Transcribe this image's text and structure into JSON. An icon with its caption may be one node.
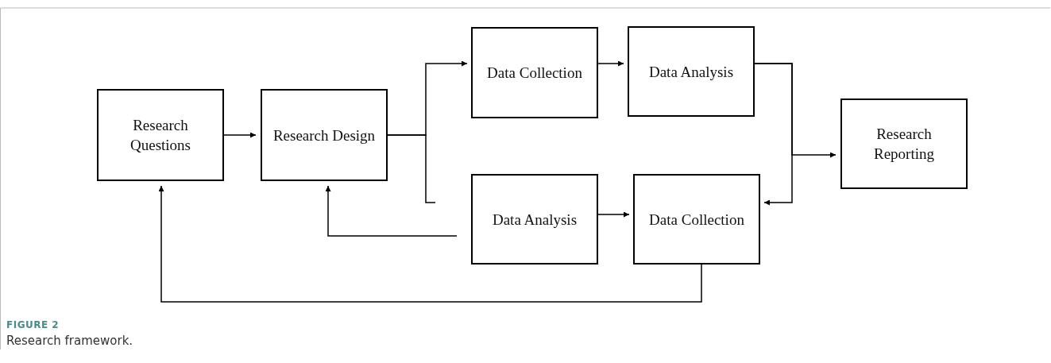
{
  "diagram": {
    "caption": "Research framework.",
    "nodes": [
      {
        "text": [
          "Research Questions"
        ]
      },
      {
        "text": [
          "Research Design"
        ]
      },
      {
        "text": [
          "Data Collection"
        ]
      },
      {
        "text": [
          "Data Analysis"
        ]
      },
      {
        "text": [
          "Research Reporting"
        ]
      },
      {
        "text": [
          "Data Analysis"
        ]
      },
      {
        "text": [
          "Data Collection"
        ]
      }
    ],
    "edges": [
      {
        "from": 0,
        "to": 1,
        "arrow": "to"
      },
      {
        "from": 1,
        "to": 2,
        "arrow": "to"
      },
      {
        "from": 1,
        "to": 5,
        "arrow": "none"
      },
      {
        "from": 2,
        "to": 3,
        "arrow": "to"
      },
      {
        "from": 3,
        "to": 4,
        "arrow": "to"
      },
      {
        "from": 3,
        "to": 6,
        "arrow": "to"
      },
      {
        "from": 5,
        "to": 6,
        "arrow": "to"
      },
      {
        "from": 5,
        "to": 1,
        "arrow": "to"
      },
      {
        "from": 6,
        "to": 0,
        "arrow": "to"
      }
    ],
    "labels": [
      "FIGURE 2"
    ]
  }
}
